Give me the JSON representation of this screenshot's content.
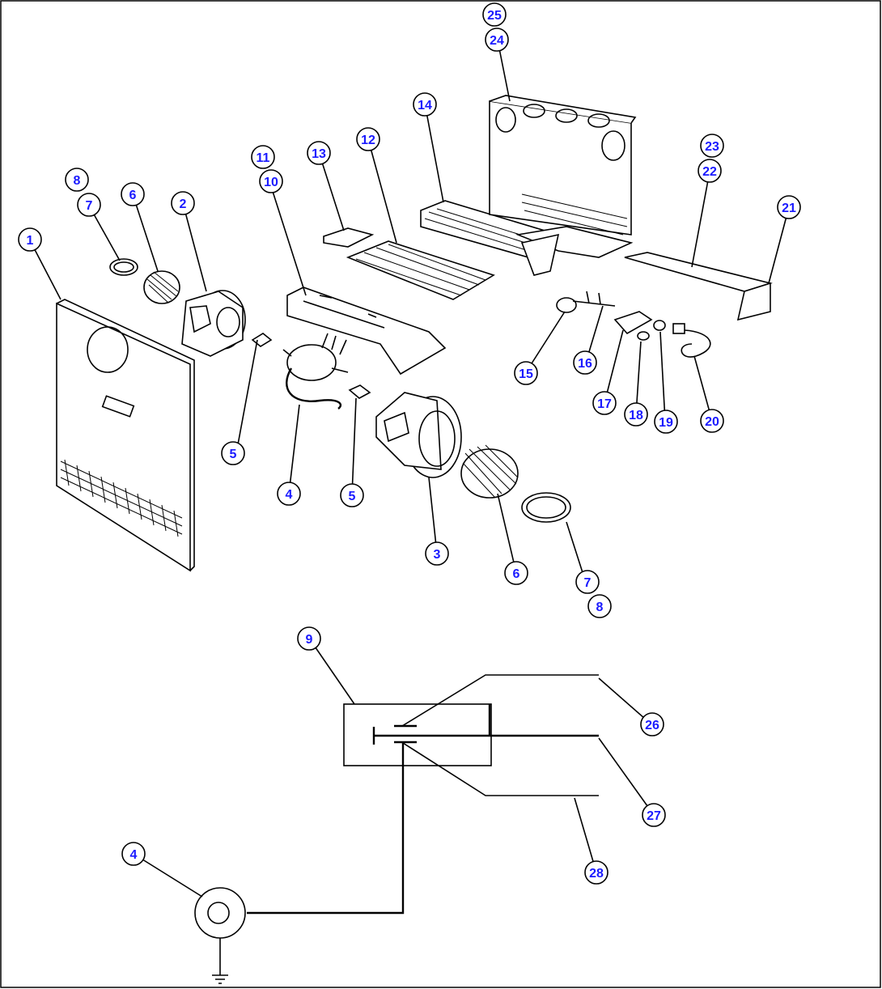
{
  "diagram": {
    "callouts": [
      "1",
      "2",
      "3",
      "4",
      "5",
      "5",
      "6",
      "6",
      "7",
      "7",
      "8",
      "8",
      "9",
      "10",
      "11",
      "12",
      "13",
      "14",
      "15",
      "16",
      "17",
      "18",
      "19",
      "20",
      "21",
      "22",
      "23",
      "24",
      "25",
      "26",
      "27",
      "28",
      "4"
    ],
    "labels": {
      "b1": "1",
      "b2": "2",
      "b3": "3",
      "b4": "4",
      "b5a": "5",
      "b5b": "5",
      "b6a": "6",
      "b6b": "6",
      "b7a": "7",
      "b8a": "8",
      "b7b": "7",
      "b8b": "8",
      "b9": "9",
      "b10": "10",
      "b11": "11",
      "b12": "12",
      "b13": "13",
      "b14": "14",
      "b15": "15",
      "b16": "16",
      "b17": "17",
      "b18": "18",
      "b19": "19",
      "b20": "20",
      "b21": "21",
      "b22": "22",
      "b23": "23",
      "b24": "24",
      "b25": "25",
      "b26": "26",
      "b27": "27",
      "b28": "28",
      "b4w": "4"
    }
  },
  "colors": {
    "callout_text": "#1a1aff",
    "line": "#000000",
    "background": "#ffffff"
  }
}
